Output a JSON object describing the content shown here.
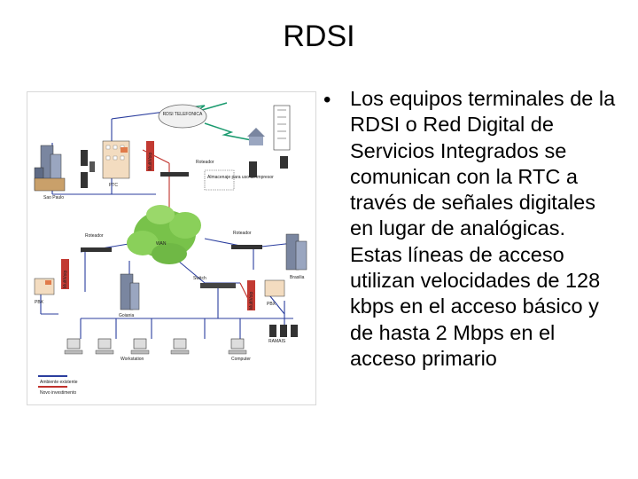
{
  "slide": {
    "title": "RDSI",
    "bullet": "Los equipos terminales de la RDSI o Red Digital de Servicios Integrados se comunican con la RTC a través de señales digitales en lugar de analógicas. Estas líneas de acceso utilizan velocidades de 128 kbps en el acceso básico y de hasta 2 Mbps en el acceso primario"
  },
  "diagram": {
    "labels": {
      "cloud_top": "RDSI TELEFONICA",
      "wan": "WAN",
      "sao_paulo": "Sao Paulo",
      "ptc": "PTC",
      "multivoip_1": "MultiVoip",
      "multivoip_2": "MultiVoip",
      "multivoip_3": "MultiVoip",
      "router_top": "Roteador",
      "router_left": "Roteador",
      "router_right": "Roteador",
      "switch": "Switch",
      "printer_box": "Almacenaje para uso de impresor",
      "brasilia": "Brasilia",
      "pbx_left": "PBX",
      "pbx_right": "PBX",
      "goiania": "Goiania",
      "workstation": "Workstation",
      "computer": "Computer",
      "ramais": "RAMAIS",
      "legend_existing": "Ambiente existente",
      "legend_new": "Novo investimento"
    },
    "colors": {
      "existing_line": "#2b3e9e",
      "new_line": "#c0312b",
      "phone_line": "#1a9a6e",
      "cloud": "#78c24a"
    }
  }
}
